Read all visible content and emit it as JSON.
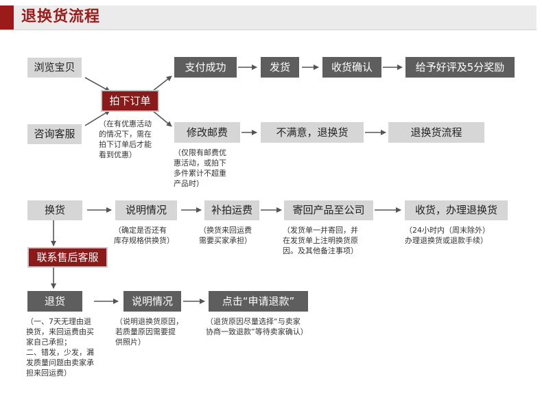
{
  "header": {
    "title": "退换货流程"
  },
  "nodes": {
    "browse": "浏览宝贝",
    "consult": "咨询客服",
    "order": "拍下订单",
    "pay_success": "支付成功",
    "ship": "发货",
    "confirm_receipt": "收货确认",
    "good_review": "给予好评及5分奖励",
    "modify_postage": "修改邮费",
    "unsatisfied": "不满意，退换货",
    "return_flow": "退换货流程",
    "exchange": "换货",
    "explain1": "说明情况",
    "repay_shipping": "补拍运费",
    "send_back": "寄回产品至公司",
    "receive_process": "收货，办理退换货",
    "contact_service": "联系售后客服",
    "refund": "退货",
    "explain2": "说明情况",
    "click_refund": "点击“申请退款”"
  },
  "notes": {
    "order_note": "（在有优惠活动\n的情况下，需在\n拍下订单后才能\n看到优惠）",
    "postage_note": "（仅限有邮费优\n惠活动，或拍下\n多件累计不超重\n产品时）",
    "explain1_note": "（确定是否还有\n库存规格供换货）",
    "repay_note": "（换货来回运费\n需要买家承担）",
    "send_note": "（发货单一并寄回，并\n在发货单上注明换货原\n因。及其他备注事项）",
    "receive_note": "（24小时内（周末除外）\n办理退换货或退款手续）",
    "refund_note": "（一、7天无理由退\n换货，来回运费由买\n家自己承担；\n二、错发，少发，漏\n发质量问题由卖家承\n担来回运费）",
    "explain2_note": "（说明退换货原因，\n若质量原因需要提\n供照片）",
    "click_note": "（退货原因尽量选择“与卖家\n协商一致退款”等待卖家确认）"
  },
  "colors": {
    "accent": "#9b1b1b",
    "dark_box": "#5e5e5e",
    "light_box": "#d6d6d6",
    "arrow": "#555555"
  }
}
